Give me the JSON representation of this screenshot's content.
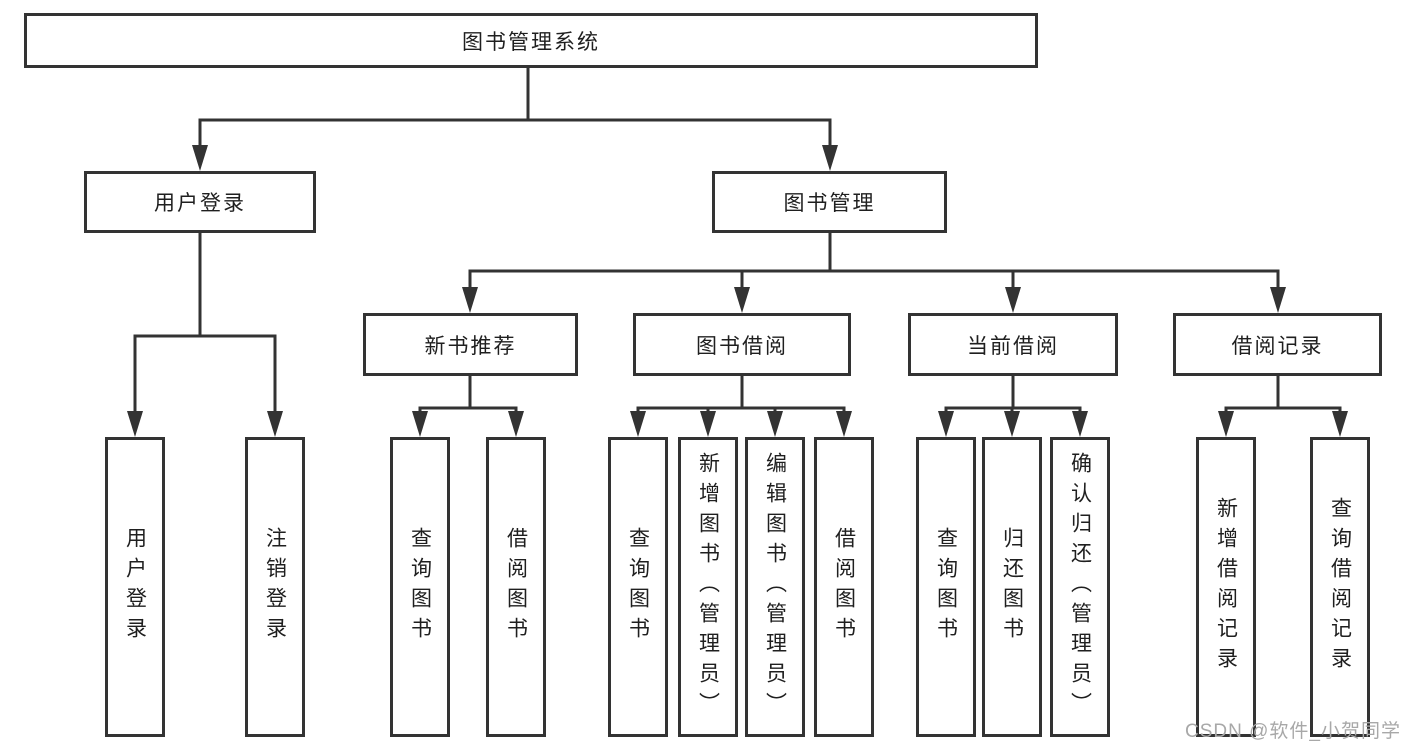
{
  "diagram": {
    "root": {
      "label": "图书管理系统"
    },
    "user_login": {
      "label": "用户登录",
      "children": [
        {
          "label": "用户登录"
        },
        {
          "label": "注销登录"
        }
      ]
    },
    "book_mgmt": {
      "label": "图书管理",
      "groups": [
        {
          "label": "新书推荐",
          "children": [
            {
              "label": "查询图书"
            },
            {
              "label": "借阅图书"
            }
          ]
        },
        {
          "label": "图书借阅",
          "children": [
            {
              "label": "查询图书"
            },
            {
              "label": "新增图书（管理员）"
            },
            {
              "label": "编辑图书（管理员）"
            },
            {
              "label": "借阅图书"
            }
          ]
        },
        {
          "label": "当前借阅",
          "children": [
            {
              "label": "查询图书"
            },
            {
              "label": "归还图书"
            },
            {
              "label": "确认归还（管理员）"
            }
          ]
        },
        {
          "label": "借阅记录",
          "children": [
            {
              "label": "新增借阅记录"
            },
            {
              "label": "查询借阅记录"
            }
          ]
        }
      ]
    }
  },
  "watermark": {
    "text": "CSDN @软件_小贺同学",
    "color": "#a8a8a8"
  },
  "colors": {
    "line": "#333333",
    "border": "#333333",
    "text": "#1f1f1f",
    "bg": "#ffffff"
  }
}
